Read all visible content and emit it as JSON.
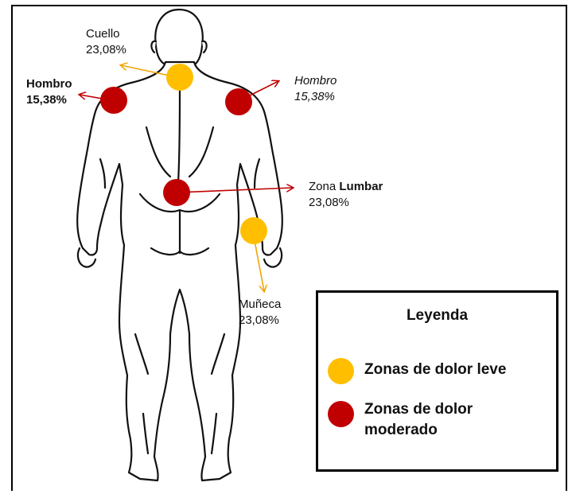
{
  "colors": {
    "mild": "#FFBF00",
    "moderate": "#C00000",
    "arrow_mild": "#F0A500",
    "arrow_moderate": "#C00000"
  },
  "labels": {
    "neck": {
      "name": "Cuello",
      "value": "23,08%"
    },
    "shoulder_left": {
      "name": "Hombro",
      "value": "15,38%"
    },
    "shoulder_right": {
      "name": "Hombro",
      "value": "15,38%"
    },
    "lumbar": {
      "name_a": "Zona",
      "name_b": "Lumbar",
      "value": "23,08%"
    },
    "wrist": {
      "name": "Muñeca",
      "value": "23,08%"
    }
  },
  "legend": {
    "title": "Leyenda",
    "items": [
      {
        "label": "Zonas de dolor leve",
        "color": "#FFBF00"
      },
      {
        "label_line1": "Zonas de dolor",
        "label_line2": "moderado",
        "color": "#C00000"
      }
    ]
  }
}
